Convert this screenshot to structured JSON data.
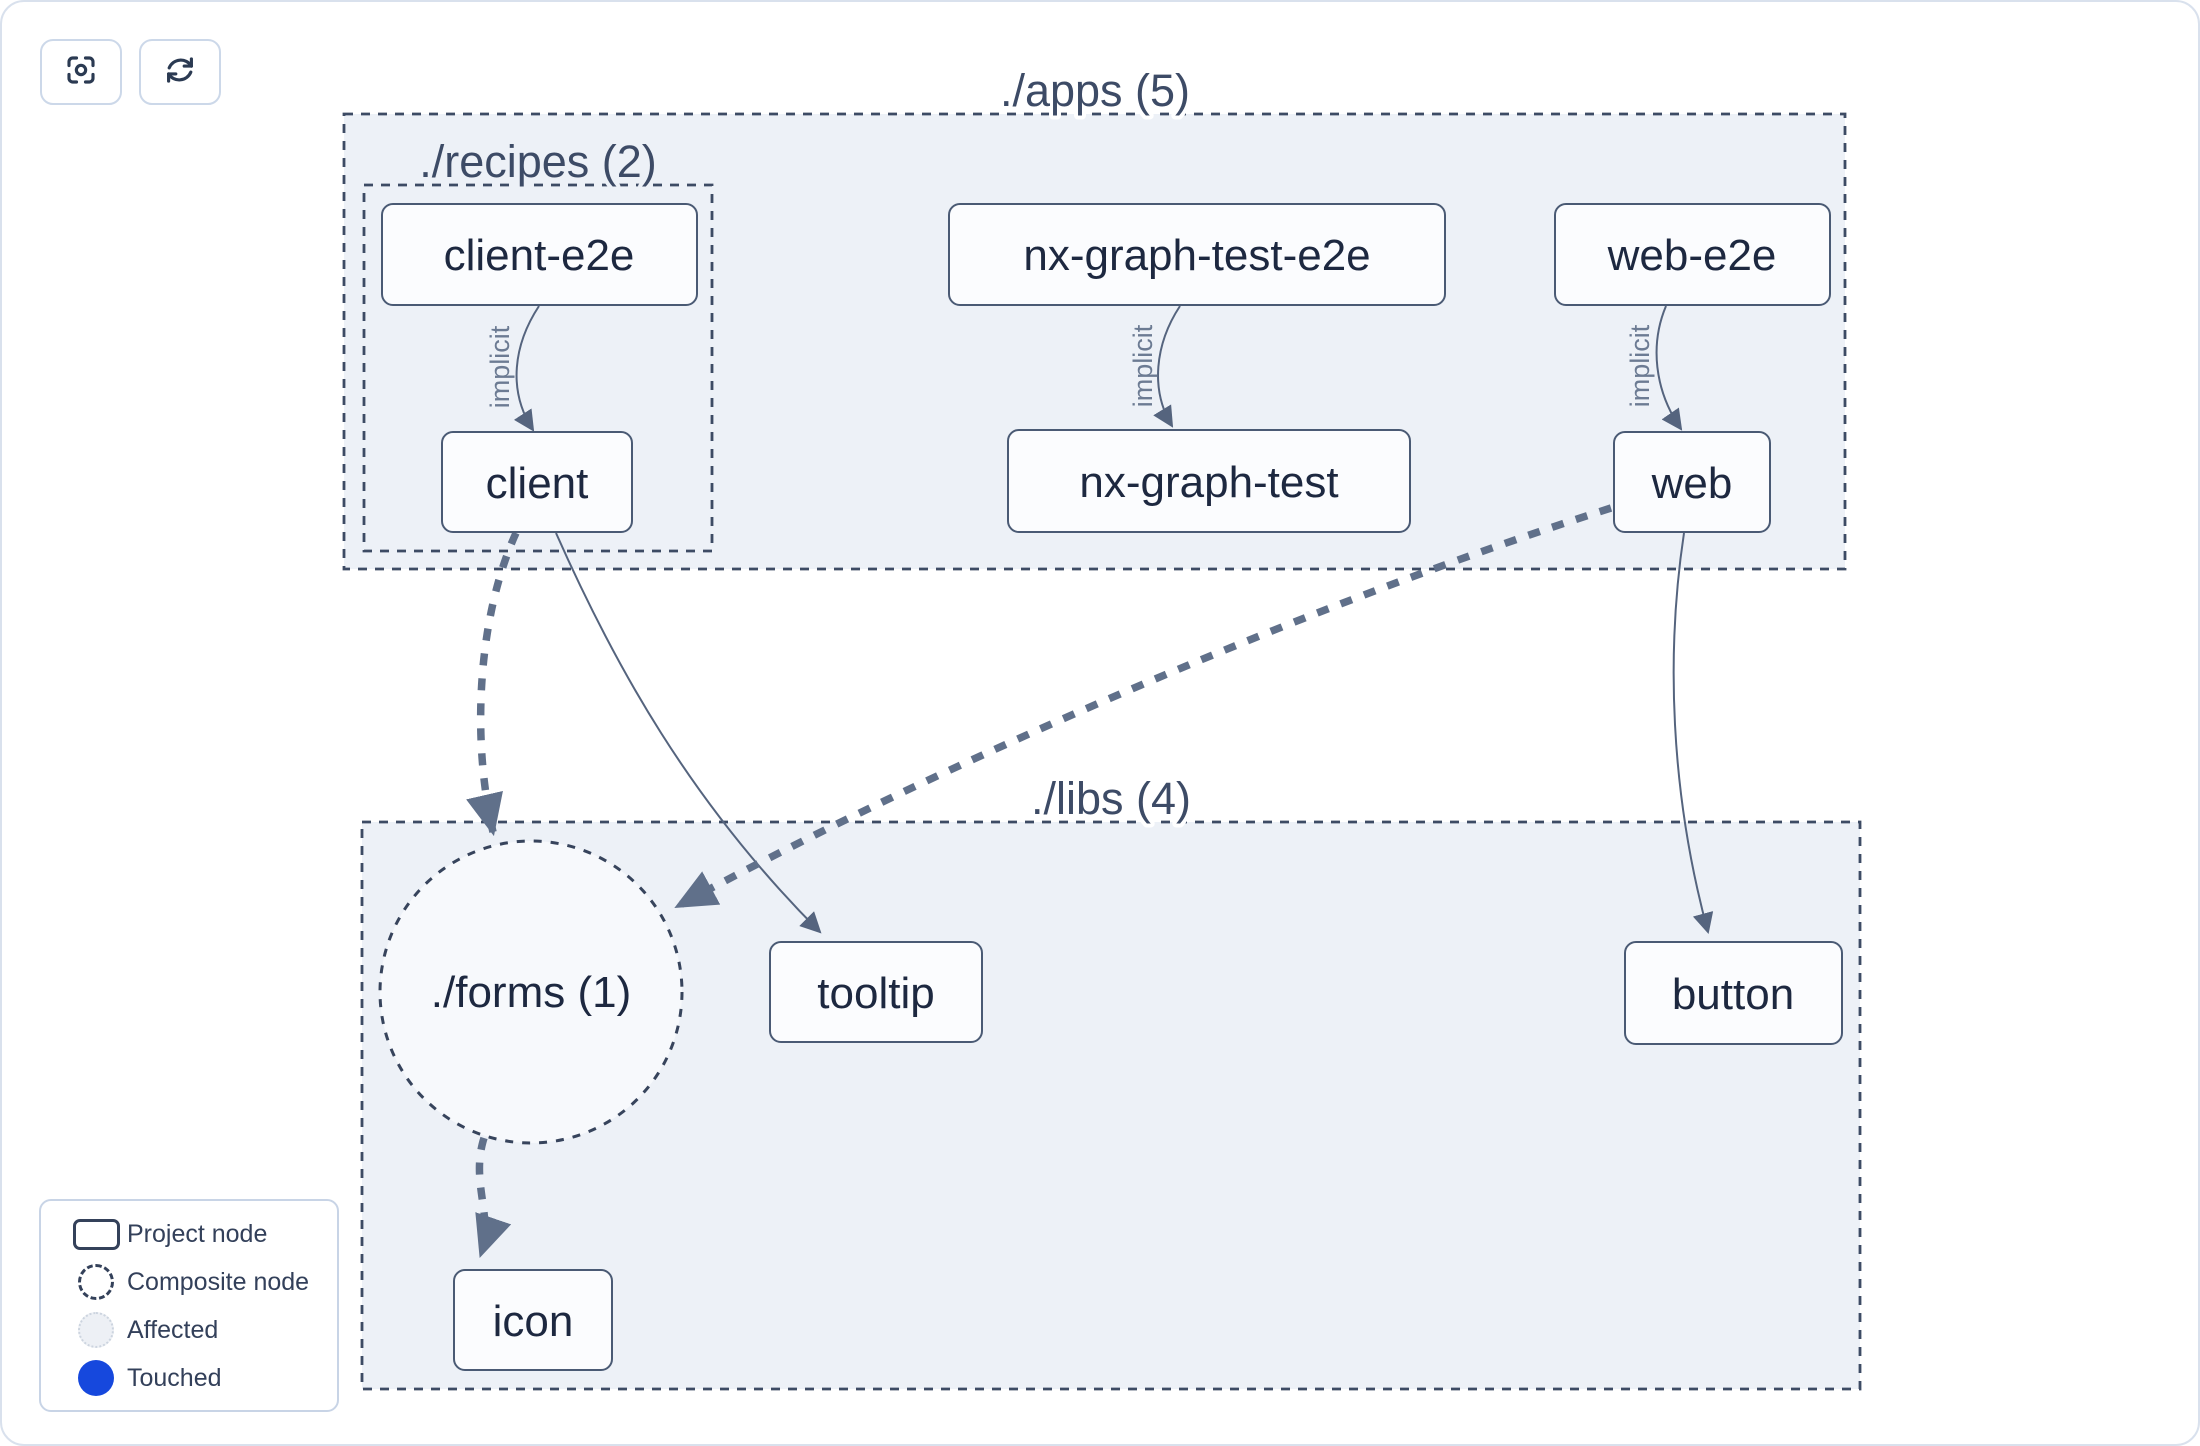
{
  "toolbar": {
    "buttons": [
      {
        "icon": "focus-icon"
      },
      {
        "icon": "refresh-icon"
      }
    ]
  },
  "graph": {
    "groups": [
      {
        "id": "apps",
        "label": "./apps (5)",
        "project_count": 5
      },
      {
        "id": "recipes",
        "label": "./recipes (2)",
        "parent": "apps",
        "project_count": 2
      },
      {
        "id": "libs",
        "label": "./libs (4)",
        "project_count": 4
      }
    ],
    "composite_nodes": [
      {
        "id": "forms",
        "label": "./forms (1)",
        "parent": "libs",
        "project_count": 1
      }
    ],
    "nodes": [
      {
        "id": "client-e2e",
        "label": "client-e2e",
        "group": "recipes"
      },
      {
        "id": "client",
        "label": "client",
        "group": "recipes"
      },
      {
        "id": "nx-graph-test-e2e",
        "label": "nx-graph-test-e2e",
        "group": "apps"
      },
      {
        "id": "nx-graph-test",
        "label": "nx-graph-test",
        "group": "apps"
      },
      {
        "id": "web-e2e",
        "label": "web-e2e",
        "group": "apps"
      },
      {
        "id": "web",
        "label": "web",
        "group": "apps"
      },
      {
        "id": "tooltip",
        "label": "tooltip",
        "group": "libs"
      },
      {
        "id": "button",
        "label": "button",
        "group": "libs"
      },
      {
        "id": "icon",
        "label": "icon",
        "group": "libs"
      }
    ],
    "edges": [
      {
        "from": "client-e2e",
        "to": "client",
        "type": "implicit",
        "label": "implicit"
      },
      {
        "from": "nx-graph-test-e2e",
        "to": "nx-graph-test",
        "type": "implicit",
        "label": "implicit"
      },
      {
        "from": "web-e2e",
        "to": "web",
        "type": "implicit",
        "label": "implicit"
      },
      {
        "from": "client",
        "to": "./forms",
        "type": "dashed-thick",
        "label": ""
      },
      {
        "from": "web",
        "to": "./forms",
        "type": "dashed-thick",
        "label": ""
      },
      {
        "from": "./forms",
        "to": "icon",
        "type": "dashed-thick",
        "label": ""
      },
      {
        "from": "client",
        "to": "tooltip",
        "type": "static",
        "label": ""
      },
      {
        "from": "web",
        "to": "button",
        "type": "static",
        "label": ""
      }
    ]
  },
  "legend": {
    "items": [
      {
        "label": "Project node",
        "swatch": "project-node"
      },
      {
        "label": "Composite node",
        "swatch": "composite-node"
      },
      {
        "label": "Affected",
        "swatch": "affected"
      },
      {
        "label": "Touched",
        "swatch": "touched"
      }
    ]
  },
  "colors": {
    "touched_blue": "#1648dd",
    "container_fill": "#edf1f7",
    "composite_fill": "#f7f9fc",
    "node_fill": "#fbfcfe",
    "dashed_border": "#3d4b64",
    "node_border": "#4a5a74",
    "edge_thin": "#55647e",
    "edge_thick": "#60708a",
    "implicit_label": "#6c7b93",
    "text_dark": "#1d2840"
  }
}
